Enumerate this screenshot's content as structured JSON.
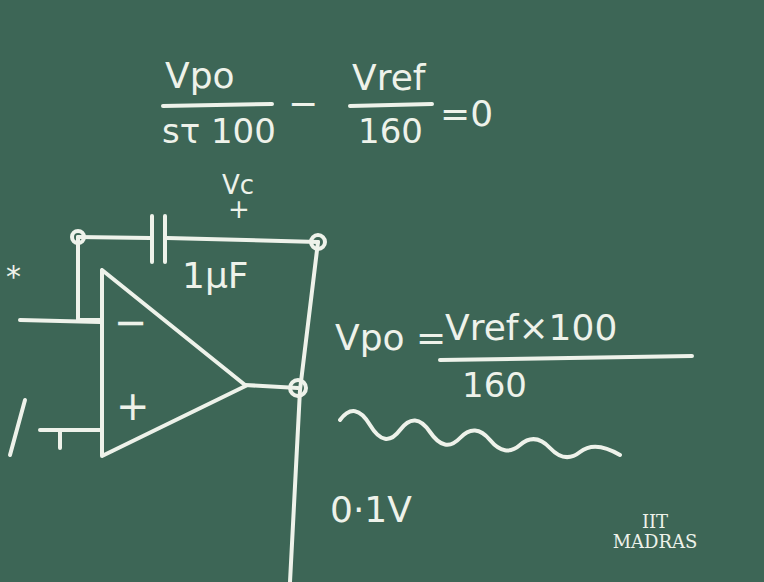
{
  "diagram": {
    "nodes": [
      {
        "text": [
          "−",
          "+"
        ]
      }
    ],
    "labels": [
      "Vpo",
      "sτ 100",
      "−",
      "Vref",
      "160",
      "=0",
      "*",
      "Vc",
      "+",
      "1μF",
      "Vpo =",
      "Vref×100",
      "160",
      "0·1V",
      "IIT MADRAS"
    ]
  }
}
